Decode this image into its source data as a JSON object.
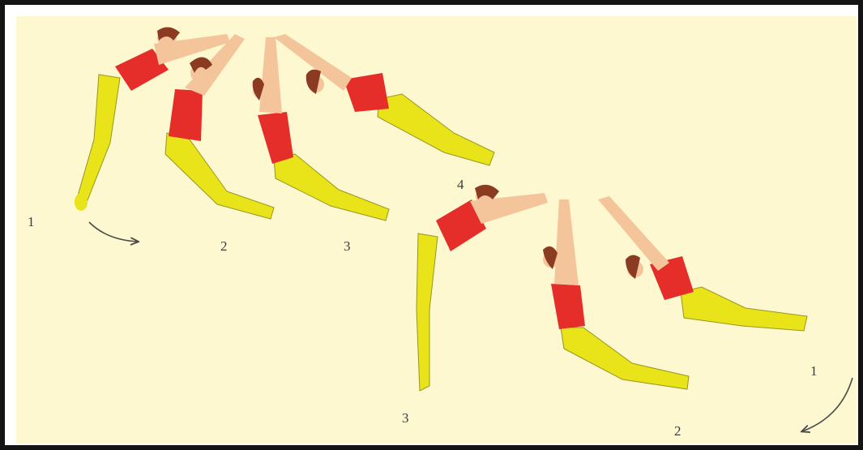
{
  "figure": {
    "colors": {
      "background": "#fdf8cf",
      "frame": "#141414",
      "skin": "#f4c49a",
      "hair": "#8a3b22",
      "leotard": "#e52e2a",
      "tights": "#e9e41a",
      "arrow": "#4a4a4a"
    },
    "top_sequence": {
      "labels": [
        "1",
        "2",
        "3",
        "4"
      ]
    },
    "bottom_sequence": {
      "labels": [
        "3",
        "2",
        "1"
      ]
    }
  }
}
